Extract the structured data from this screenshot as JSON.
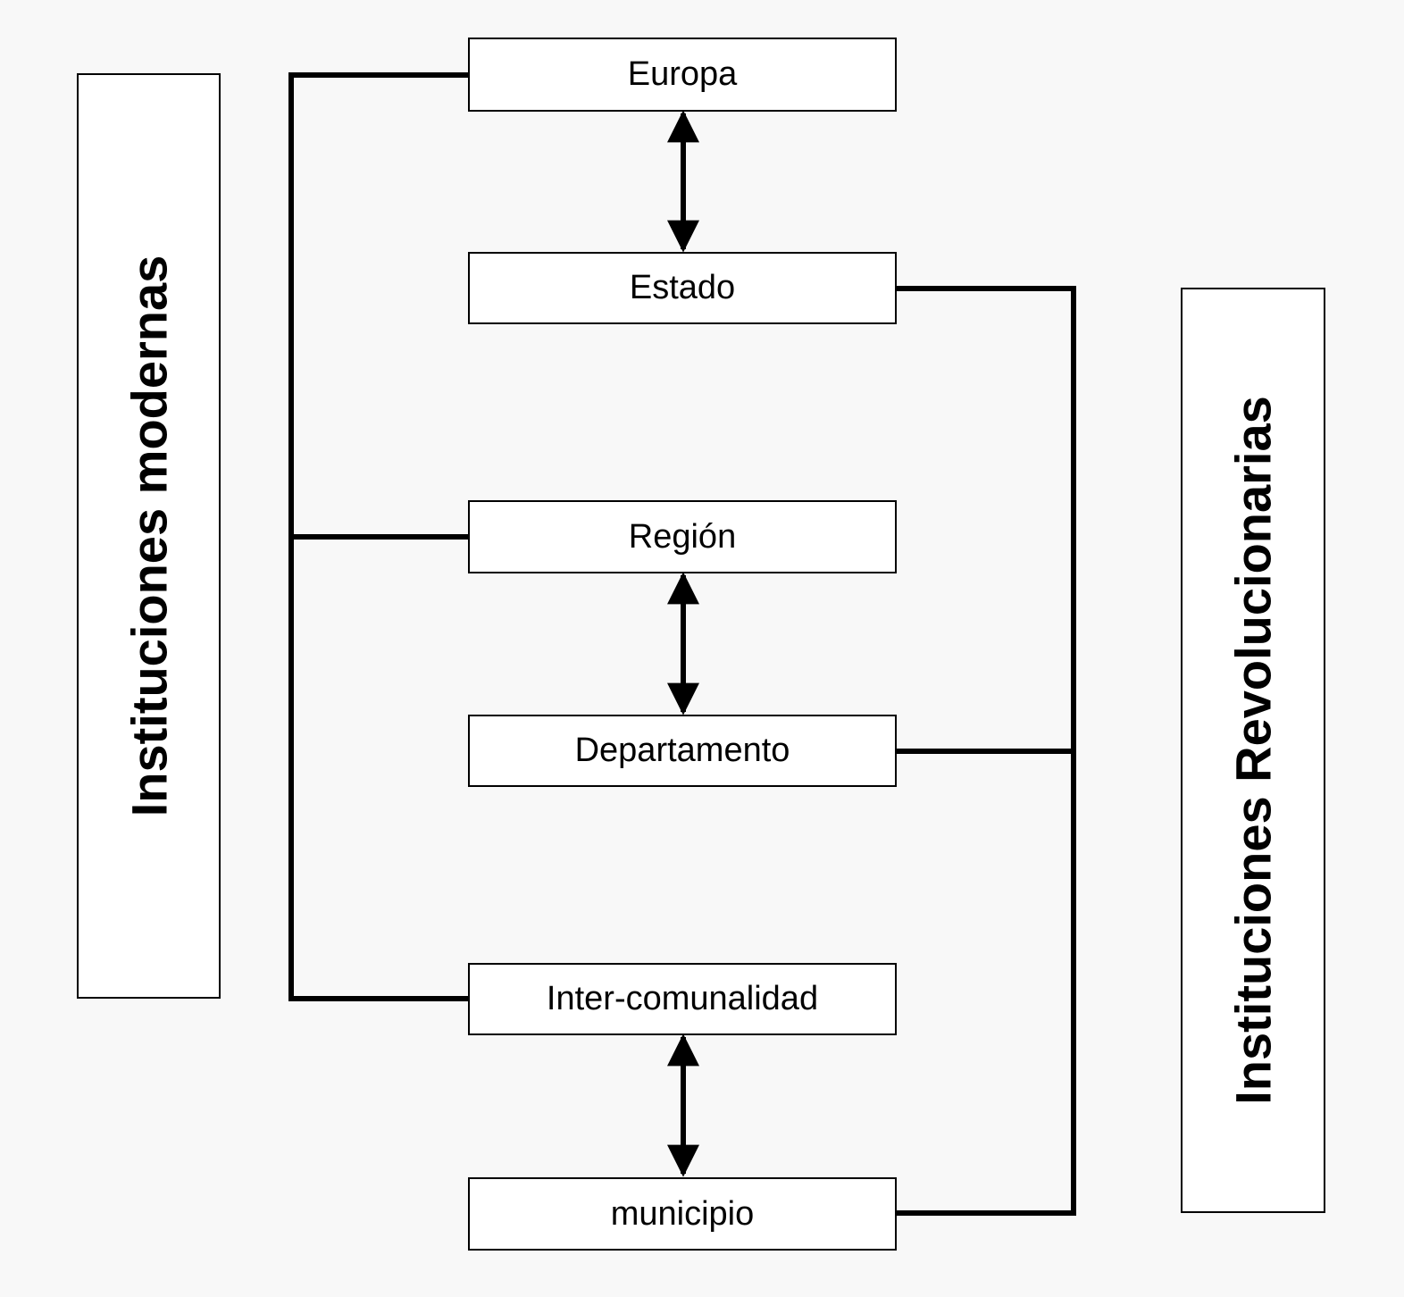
{
  "left_group": {
    "label": "Instituciones modernas"
  },
  "right_group": {
    "label": "Instituciones Revolucionarias"
  },
  "levels": [
    {
      "id": "europa",
      "label": "Europa"
    },
    {
      "id": "estado",
      "label": "Estado"
    },
    {
      "id": "region",
      "label": "Región"
    },
    {
      "id": "departamento",
      "label": "Departamento"
    },
    {
      "id": "intercomunalidad",
      "label": "Inter-comunalidad"
    },
    {
      "id": "municipio",
      "label": "municipio"
    }
  ],
  "links": [
    {
      "from": "europa",
      "to": "estado",
      "kind": "double-arrow"
    },
    {
      "from": "region",
      "to": "departamento",
      "kind": "double-arrow"
    },
    {
      "from": "intercomunalidad",
      "to": "municipio",
      "kind": "double-arrow"
    }
  ],
  "groupings": {
    "left": [
      "europa",
      "region",
      "intercomunalidad"
    ],
    "right": [
      "estado",
      "departamento",
      "municipio"
    ]
  }
}
